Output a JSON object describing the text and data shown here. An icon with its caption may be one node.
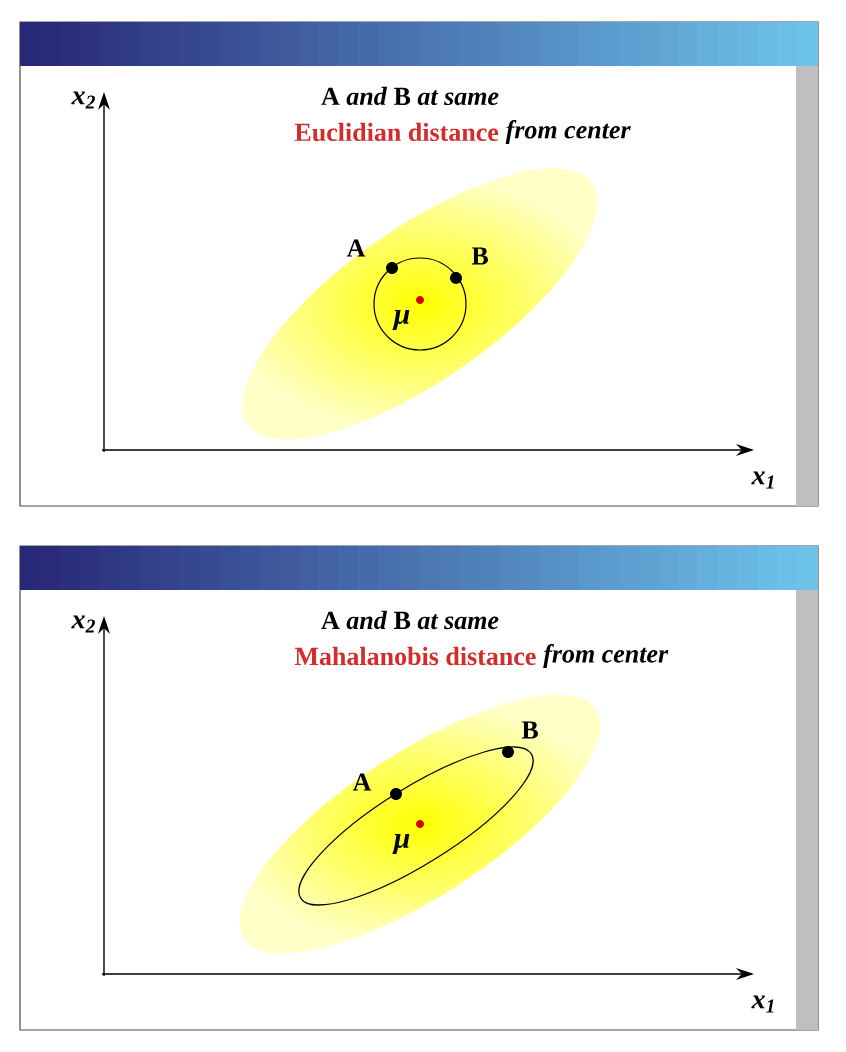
{
  "diagram": {
    "labels": [
      "*x*$_{2}$",
      "**A** *and* **B** *at same*",
      "Euclidian distance",
      "from center",
      "A",
      "B",
      "μ",
      "*x*$_{1}$",
      "*x*$_{2}$",
      "**A** *and* **B** *at same*",
      "Mahalanobis distance",
      "from center",
      "A",
      "B",
      "μ",
      "*x*$_{1}$"
    ]
  }
}
